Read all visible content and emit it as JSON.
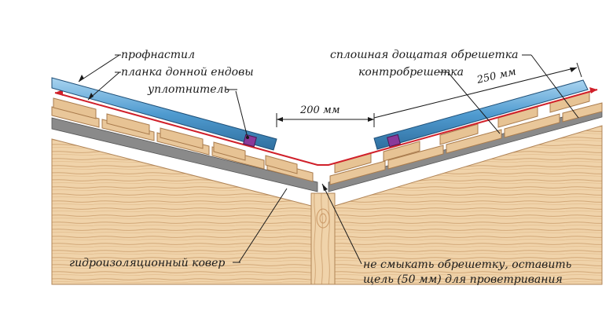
{
  "labels": {
    "profnastil": "профнастил",
    "planka": "планка донной ендовы",
    "uplotnitel": "уплотнитель",
    "sploshnaya": "сплошная дощатая обрешетка",
    "kontrobreshetka": "контробрешетка",
    "gidroizolyaciya": "гидроизоляционный ковер",
    "ne_smykat_line1": "не смыкать обрешетку, оставить",
    "ne_smykat_line2": "щель (50 мм) для проветривания"
  },
  "dimensions": {
    "gap_200": "200 мм",
    "step_250": "250 мм"
  },
  "colors": {
    "wood_light": "#f2d7b0",
    "wood_mid": "#e4bc8a",
    "wood_dark": "#c99765",
    "wood_line": "#b08457",
    "metal_blue": "#5aa6d8",
    "metal_blue_dark": "#2f6f9f",
    "membrane_grey": "#7a7a7a",
    "seal_purple": "#8a3a9a",
    "red_line": "#d0202a"
  }
}
